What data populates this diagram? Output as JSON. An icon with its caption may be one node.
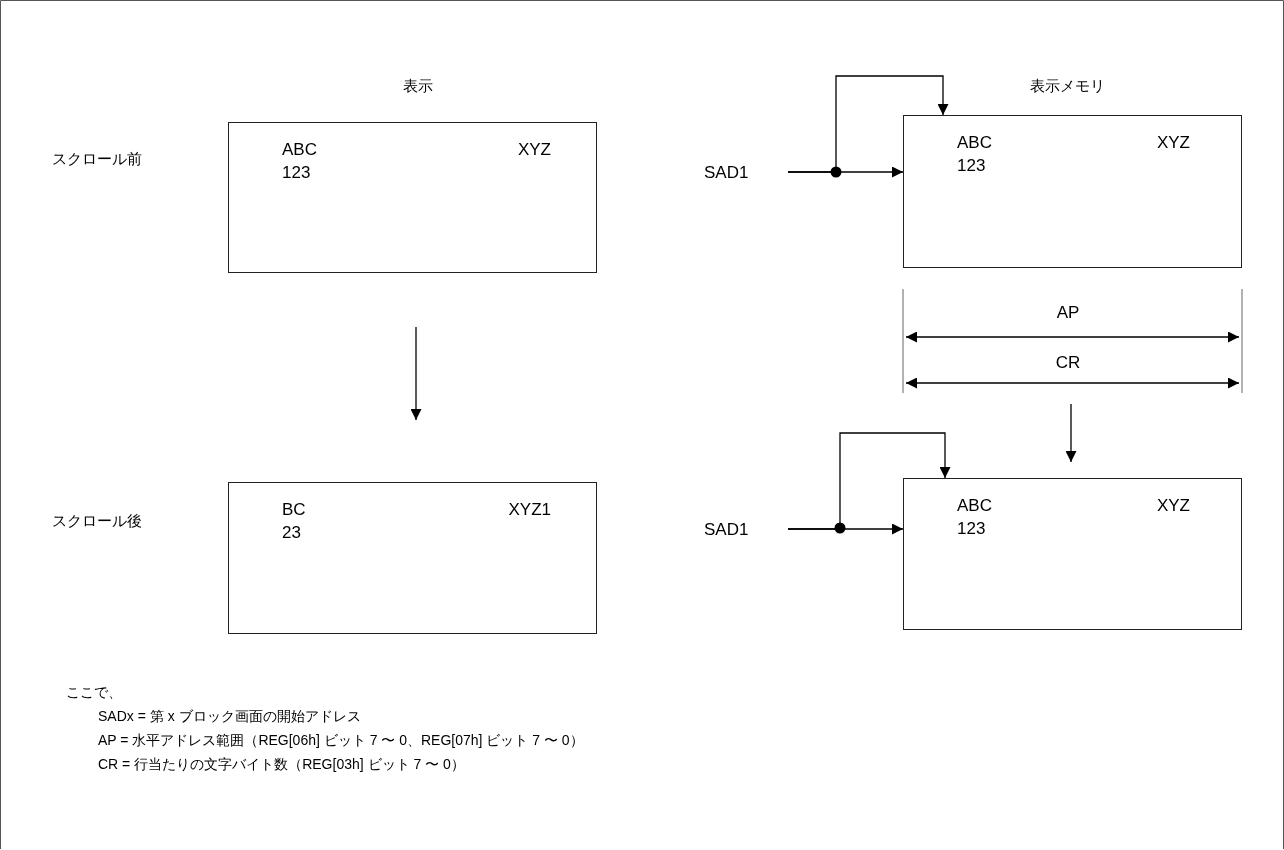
{
  "diagram": {
    "nodes": [
      {
        "text": [
          "ABC 123",
          "XYZ"
        ]
      },
      {
        "text": [
          "BC 23",
          "XYZ1"
        ]
      },
      {
        "text": [
          "ABC 123",
          "XYZ"
        ]
      },
      {
        "text": [
          "ABC 123",
          "XYZ"
        ]
      },
      {
        "text": [
          "SAD1"
        ]
      },
      {
        "text": [
          "SAD1"
        ]
      }
    ],
    "edges": [
      {
        "from": 4,
        "to": 2,
        "arrow": "to"
      },
      {
        "from": 4,
        "to": 2,
        "arrow": "to"
      },
      {
        "from": 0,
        "to": 1,
        "arrow": "to"
      },
      {
        "from": null,
        "to": 3,
        "arrow": "to"
      },
      {
        "from": 5,
        "to": 3,
        "arrow": "to"
      },
      {
        "from": 5,
        "to": 3,
        "arrow": "to"
      }
    ],
    "labels": [
      "表示",
      "表示メモリ",
      "スクロール前",
      "AP",
      "CR",
      "スクロール後",
      "ここで、",
      "SADx = 第 x ブロック画面の開始アドレス",
      "AP = 水平アドレス範囲（REG[06h] ビット 7 〜 0、REG[07h] ビット 7 〜 0）",
      "CR = 行当たりの文字バイト数（REG[03h] ビット 7 〜 0）"
    ]
  }
}
